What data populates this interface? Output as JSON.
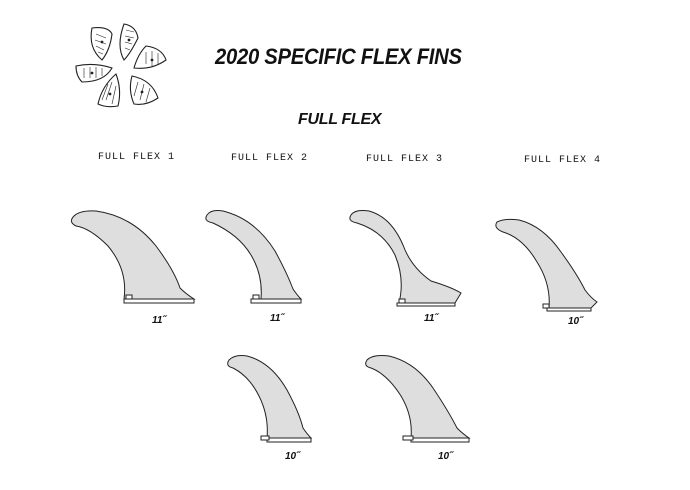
{
  "header": {
    "title": "2020 SPECIFIC FLEX FINS",
    "subtitle": "FULL FLEX"
  },
  "logo": {
    "icon": "flex-fins-pinwheel-logo"
  },
  "fins": [
    {
      "label": "FULL FLEX 1",
      "size": "11˝"
    },
    {
      "label": "FULL FLEX 2",
      "size": "11˝"
    },
    {
      "label": "FULL FLEX 3",
      "size": "11˝"
    },
    {
      "label": "FULL FLEX 4",
      "size": "10˝"
    },
    {
      "label": "",
      "size": "10˝"
    },
    {
      "label": "",
      "size": "10˝"
    }
  ],
  "colors": {
    "fin_fill": "#dedede",
    "outline": "#222222",
    "background": "#ffffff"
  }
}
